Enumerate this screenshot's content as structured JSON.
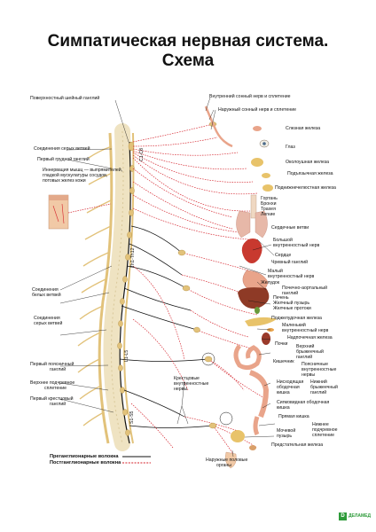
{
  "title": {
    "line1": "Симпатическая нервная система.",
    "line2": "Схема"
  },
  "labels_left": {
    "superior_cervical_ganglion": "Поверхностный шейный ганглий",
    "gray_rami": "Соединения серых ветвей",
    "first_thoracic_ganglion": "Первый грудной ганглий",
    "innervation_line1": "Иннервация  мышц — выпрямителей,",
    "innervation_line2": "гладкой мускулатуры сосудов,",
    "innervation_line3": "потовых желез кожи",
    "white_rami_line1": "Соединения",
    "white_rami_line2": "белых ветвей",
    "gray_rami2_line1": "Соединения",
    "gray_rami2_line2": "серых ветвей",
    "first_lumbar_line1": "Первый поясничный",
    "first_lumbar_line2": "ганглий",
    "sup_hypogastric_line1": "Верхнее подчревное",
    "sup_hypogastric_line2": "сплетение",
    "first_sacral_line1": "Первый крестцовый",
    "first_sacral_line2": "ганглий"
  },
  "labels_right": {
    "internal_carotid": "Внутренний сонный нерв и сплетение",
    "external_carotid": "Наружный сонный нерв и сплетение",
    "lacrimal": "Слезная железа",
    "eye": "Глаз",
    "parotid": "Околоушная железа",
    "sublingual": "Подъязычная железа",
    "submandibular": "Поднижнечелюстная железа",
    "larynx": "Гортань",
    "bronchi": "Бронхи",
    "trachea": "Трахея",
    "lungs": "Легкие",
    "cardiac": "Сердечные ветви",
    "greater_splanchnic_line1": "Большой",
    "greater_splanchnic_line2": "внутренностный нерв",
    "heart": "Сердце",
    "celiac": "Чревный ганглий",
    "lesser_splanchnic_line1": "Малый",
    "lesser_splanchnic_line2": "внутренностный нерв",
    "stomach": "Желудок",
    "aorticorenal_line1": "Почечно-аортальный",
    "aorticorenal_line2": "ганглий",
    "liver": "Печень",
    "gallbladder": "Желчный пузырь",
    "bile_ducts": "Желчные протоки",
    "pancreas": "Поджелудочная железа",
    "least_splanchnic_line1": "Маленький",
    "least_splanchnic_line2": "внутренностный нерв",
    "adrenal": "Надпочечная железа",
    "kidneys": "Почки",
    "sup_mesenteric_line1": "Верхний",
    "sup_mesenteric_line2": "брыжеечный",
    "sup_mesenteric_line3": "ганглий",
    "intestine": "Кишечник",
    "lumbar_splanchnic_line1": "Поясничные",
    "lumbar_splanchnic_line2": "внутренностные",
    "lumbar_splanchnic_line3": "нервы",
    "descending_colon_line1": "Нисходящая",
    "descending_colon_line2": "ободочная",
    "descending_colon_line3": "кишка",
    "inf_mesenteric_line1": "Нижний",
    "inf_mesenteric_line2": "брыжеечный",
    "inf_mesenteric_line3": "ганглий",
    "sacral_splanchnic_line1": "Крестцовые",
    "sacral_splanchnic_line2": "внутренностные",
    "sacral_splanchnic_line3": "нервы",
    "sigmoid_line1": "Сигмовидная ободочная",
    "sigmoid_line2": "кишка",
    "rectum": "Прямая кишка",
    "inf_hypogastric_line1": "Нижнее",
    "inf_hypogastric_line2": "подчревное",
    "inf_hypogastric_line3": "сплетение",
    "bladder_line1": "Мочевой",
    "bladder_line2": "пузырь",
    "prostate": "Предстательная железа",
    "genitals_line1": "Наружные половые",
    "genitals_line2": "органы"
  },
  "spine_labels": {
    "cervical": "C1-C8",
    "thoracic": "Th1-Th12",
    "lumbar": "L1-L5",
    "sacral": "S1-S5"
  },
  "legend": {
    "preganglionic": "Преганглионарные волокна",
    "postganglionic": "Постганглионарные волокна"
  },
  "logo": {
    "mark": "D",
    "text": "ДЕЛАМЕД"
  },
  "colors": {
    "nerve_red": "#d4212a",
    "pre_black": "#111111",
    "ganglion": "#e2c27a",
    "bone": "#efe3c2",
    "heart": "#c8392f",
    "liver": "#8e3a26",
    "organ_pink": "#e9a48a",
    "organ_yellow": "#e8c36a",
    "logo_green": "#2e9b3a"
  }
}
